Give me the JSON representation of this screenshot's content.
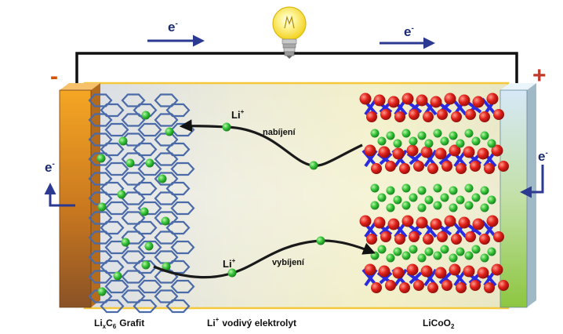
{
  "polarity": {
    "negative": "-",
    "positive": "+"
  },
  "electron_symbol": "e",
  "electron_superscript": "-",
  "ion": {
    "base": "Li",
    "superscript": "+"
  },
  "process": {
    "charging": "nabíjení",
    "discharging": "vybíjení"
  },
  "labels": {
    "anode": {
      "li": "Li",
      "x": "x",
      "c": "C",
      "six": "6",
      "name": "Grafit"
    },
    "electrolyte": {
      "li": "Li",
      "plus": "+",
      "text": "vodivý elektrolyt"
    },
    "cathode": {
      "formula": "LiCoO",
      "two": "2"
    }
  },
  "colors": {
    "wire": "#111111",
    "electron_arrow": "#2b3990",
    "positive": "#c0392b",
    "negative": "#d35400",
    "lithium": "#22b14c",
    "oxygen": "#e0201a",
    "cobalt": "#2a2ae0",
    "graphite": "#3f5f9e",
    "electrolyte_frame": "#f5c73a"
  },
  "icons": [
    "light-bulb-icon"
  ]
}
